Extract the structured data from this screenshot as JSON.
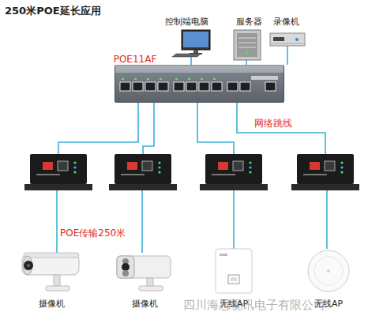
{
  "diagram": {
    "title": "250米POE延长应用",
    "nodes": [
      {
        "text": [
          "控制端电脑"
        ]
      },
      {
        "text": [
          "服务器"
        ]
      },
      {
        "text": [
          "录像机"
        ]
      },
      {
        "text": [
          "POE11AF"
        ]
      },
      {
        "text": []
      },
      {
        "text": []
      },
      {
        "text": []
      },
      {
        "text": []
      },
      {
        "text": [
          "摄像机"
        ]
      },
      {
        "text": [
          "摄像机"
        ]
      },
      {
        "text": [
          "无线AP"
        ]
      },
      {
        "text": [
          "无线AP"
        ]
      }
    ],
    "edges": [
      {
        "from": 3,
        "to": 0,
        "arrow": "none"
      },
      {
        "from": 3,
        "to": 1,
        "arrow": "none"
      },
      {
        "from": 3,
        "to": 2,
        "arrow": "none"
      },
      {
        "from": 3,
        "to": 4,
        "arrow": "none"
      },
      {
        "from": 3,
        "to": 5,
        "arrow": "none"
      },
      {
        "from": 3,
        "to": 6,
        "arrow": "none"
      },
      {
        "from": 3,
        "to": 7,
        "arrow": "none"
      },
      {
        "from": 4,
        "to": 8,
        "arrow": "none"
      },
      {
        "from": 5,
        "to": 9,
        "arrow": "none"
      },
      {
        "from": 6,
        "to": 10,
        "arrow": "none"
      },
      {
        "from": 7,
        "to": 11,
        "arrow": "none"
      }
    ],
    "labels": [
      "网络跳线",
      "POE传输250米",
      "四川海思视讯电子有限公司"
    ]
  }
}
